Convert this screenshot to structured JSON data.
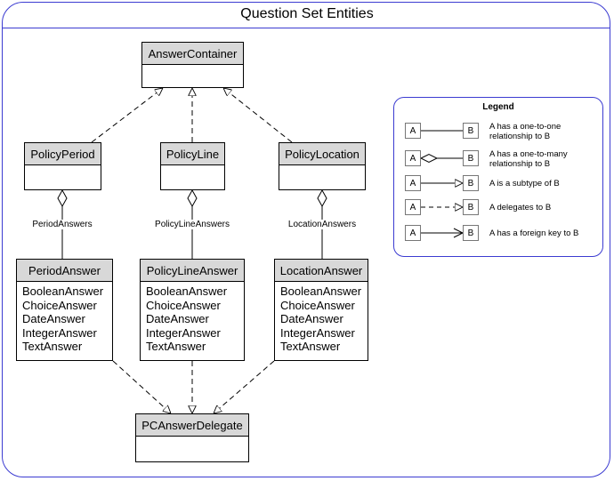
{
  "title": "Question Set Entities",
  "classes": {
    "answer_container": {
      "name": "AnswerContainer"
    },
    "policy_period": {
      "name": "PolicyPeriod"
    },
    "policy_line": {
      "name": "PolicyLine"
    },
    "policy_location": {
      "name": "PolicyLocation"
    },
    "period_answer": {
      "name": "PeriodAnswer",
      "fields": [
        "BooleanAnswer",
        "ChoiceAnswer",
        "DateAnswer",
        "IntegerAnswer",
        "TextAnswer"
      ]
    },
    "policy_line_answer": {
      "name": "PolicyLineAnswer",
      "fields": [
        "BooleanAnswer",
        "ChoiceAnswer",
        "DateAnswer",
        "IntegerAnswer",
        "TextAnswer"
      ]
    },
    "location_answer": {
      "name": "LocationAnswer",
      "fields": [
        "BooleanAnswer",
        "ChoiceAnswer",
        "DateAnswer",
        "IntegerAnswer",
        "TextAnswer"
      ]
    },
    "pc_answer_delegate": {
      "name": "PCAnswerDelegate"
    }
  },
  "edge_labels": {
    "period_answers": "PeriodAnswers",
    "policy_line_answers": "PolicyLineAnswers",
    "location_answers": "LocationAnswers"
  },
  "legend": {
    "title": "Legend",
    "rows": [
      {
        "a": "A",
        "b": "B",
        "line1": "A has a one-to-one",
        "line2": "relationship to B"
      },
      {
        "a": "A",
        "b": "B",
        "line1": "A has a one-to-many",
        "line2": "relationship to B"
      },
      {
        "a": "A",
        "b": "B",
        "line1": "A is a subtype of  B",
        "line2": ""
      },
      {
        "a": "A",
        "b": "B",
        "line1": "A delegates to B",
        "line2": ""
      },
      {
        "a": "A",
        "b": "B",
        "line1": "A has a foreign key to B",
        "line2": ""
      }
    ]
  }
}
